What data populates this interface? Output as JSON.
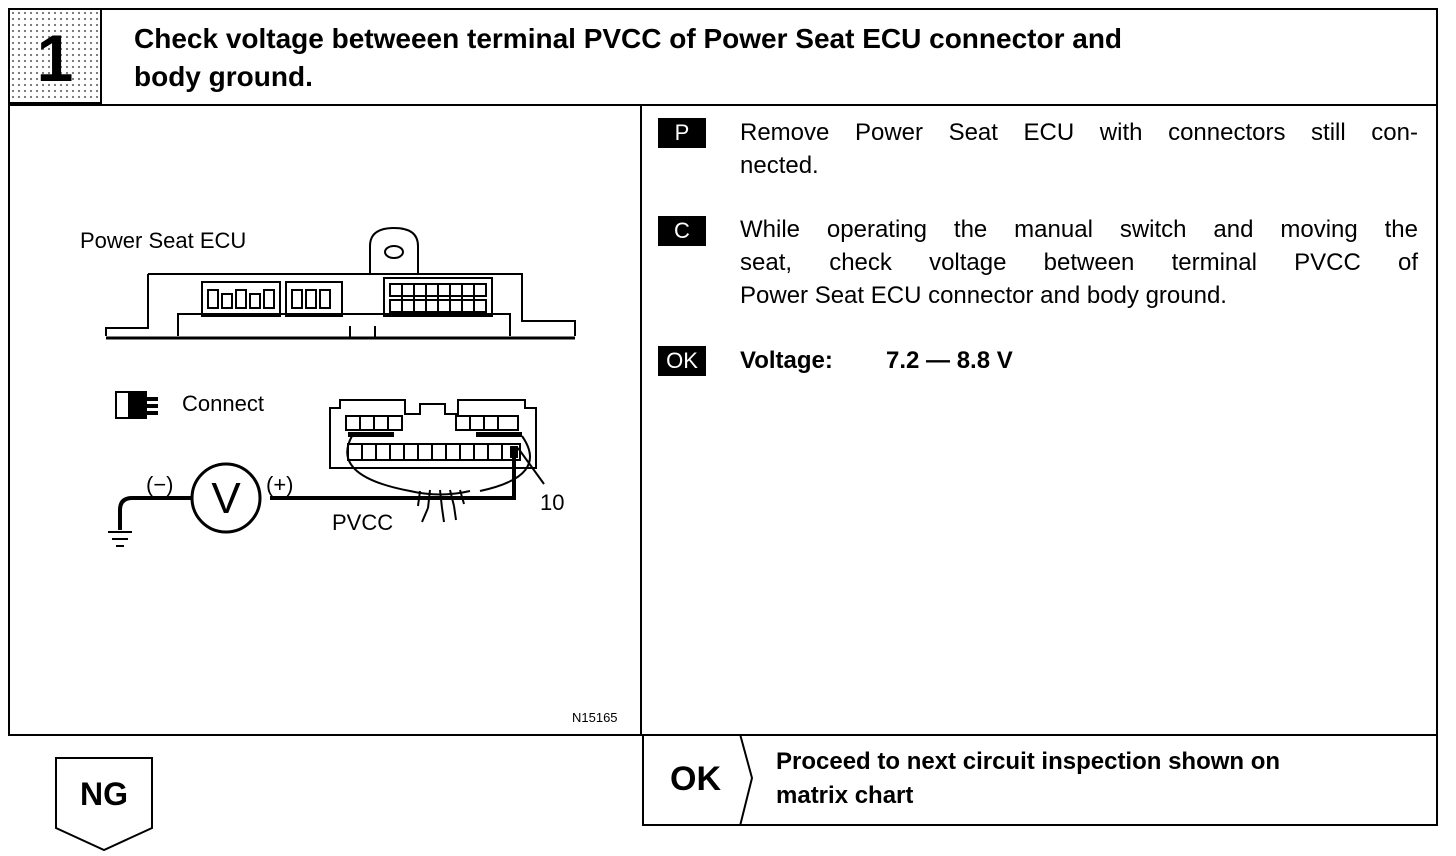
{
  "step": {
    "number": "1",
    "title_line1": "Check voltage betweeen terminal PVCC of Power Seat ECU connector and",
    "title_line2": "body ground."
  },
  "diagram": {
    "ecu_label": "Power Seat ECU",
    "connect_label": "Connect",
    "meter_symbol": "V",
    "minus_label": "(−)",
    "plus_label": "(+)",
    "terminal_name": "PVCC",
    "terminal_number": "10",
    "figure_code": "N15165"
  },
  "instructions": [
    {
      "tag": "P",
      "lines": [
        "Remove Power Seat ECU with connectors still con-",
        "nected."
      ]
    },
    {
      "tag": "C",
      "lines": [
        "While operating the manual switch and moving the",
        "seat, check voltage between terminal PVCC of",
        "Power Seat ECU connector and body ground."
      ]
    }
  ],
  "spec": {
    "tag": "OK",
    "label": "Voltage:",
    "value": "7.2 — 8.8 V"
  },
  "ok_result": {
    "label": "OK",
    "line1": "Proceed to next circuit inspection shown on",
    "line2": "matrix chart"
  },
  "ng_result": {
    "label": "NG"
  }
}
